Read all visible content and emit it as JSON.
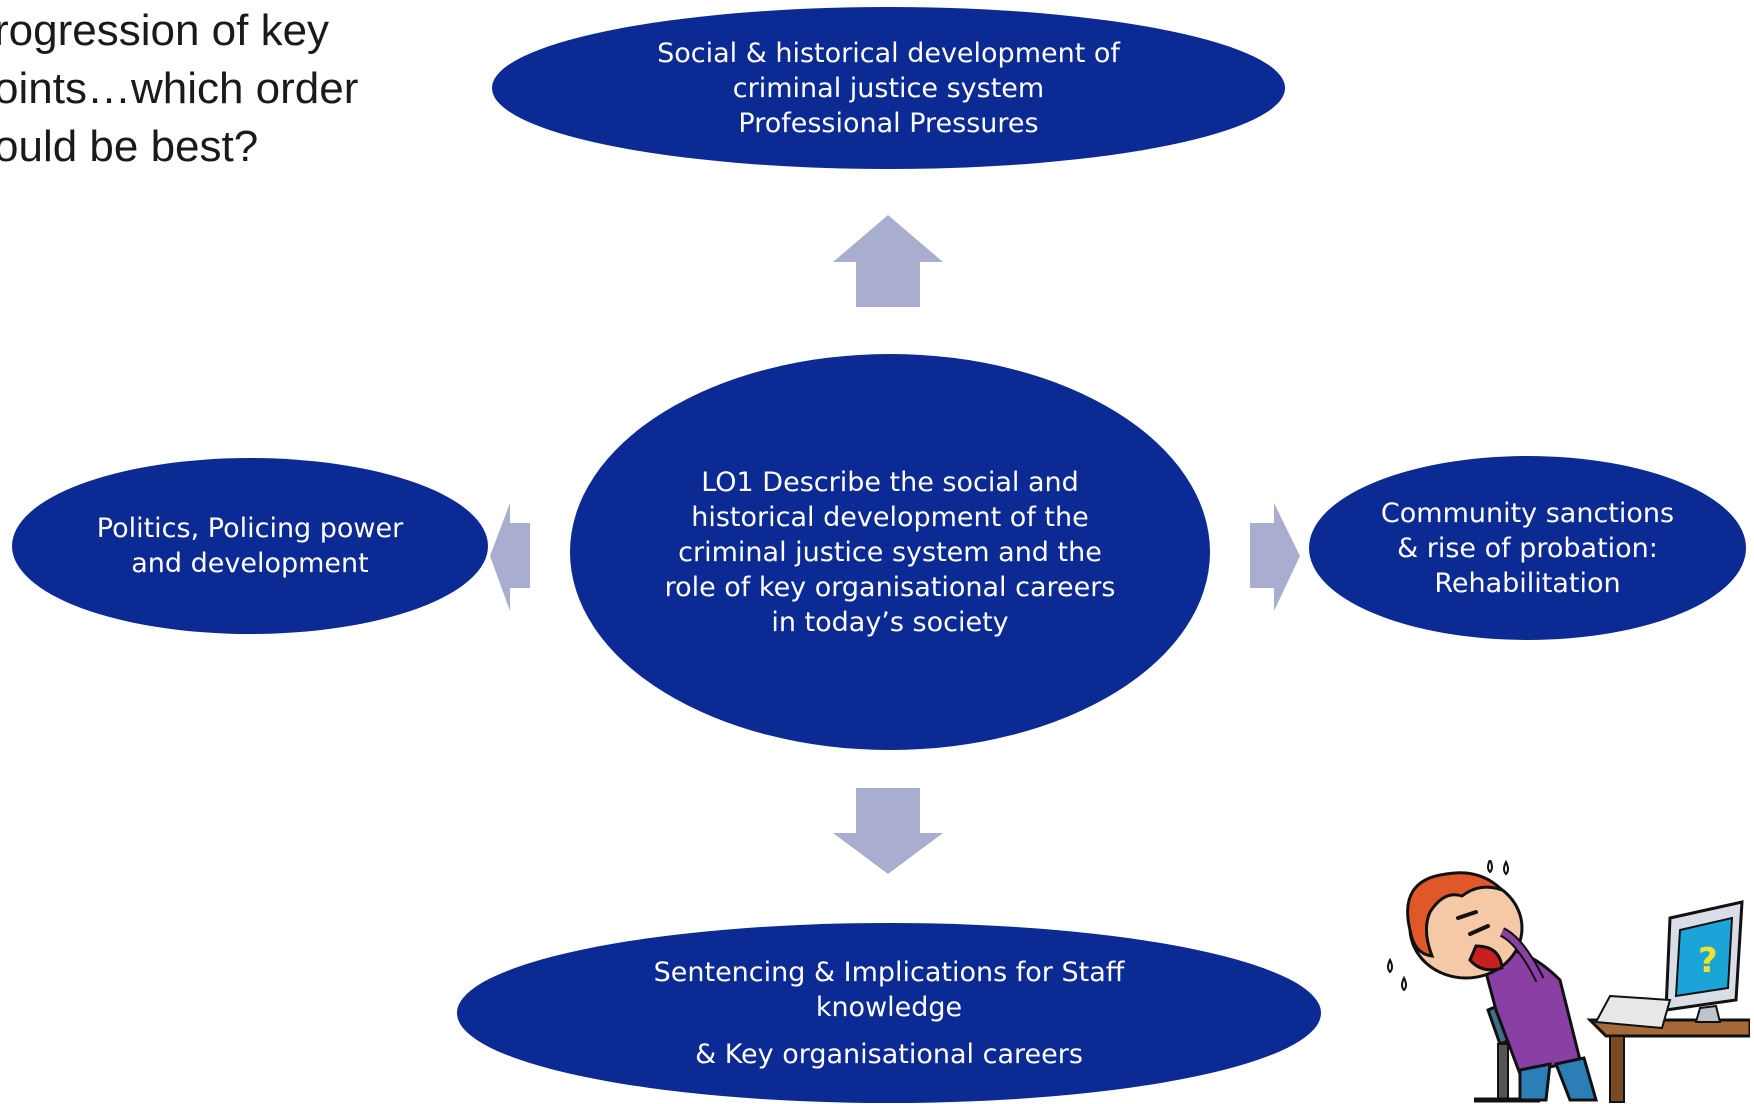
{
  "question": {
    "lines": [
      "rogression of key",
      "oints…which order",
      "ould be best?"
    ]
  },
  "nodes": {
    "top": {
      "lines": [
        "Social & historical development of",
        "criminal justice system",
        "Professional Pressures"
      ]
    },
    "center": {
      "lines": [
        "LO1 Describe the social and",
        "historical development of the",
        "criminal justice system and the",
        "role of key organisational careers",
        "in today’s society"
      ]
    },
    "left": {
      "lines": [
        "Politics,  Policing power",
        "and development"
      ]
    },
    "right": {
      "lines": [
        "Community sanctions",
        "& rise of probation:",
        "Rehabilitation"
      ]
    },
    "bottom": {
      "lines": [
        "Sentencing  & Implications for Staff",
        "knowledge",
        "& Key organisational careers"
      ]
    }
  },
  "colors": {
    "ellipse": "#0b2a94",
    "arrow": "#a9aed0",
    "text": "#ffffff"
  },
  "illustration": {
    "icon": "stressed-person-at-computer"
  }
}
